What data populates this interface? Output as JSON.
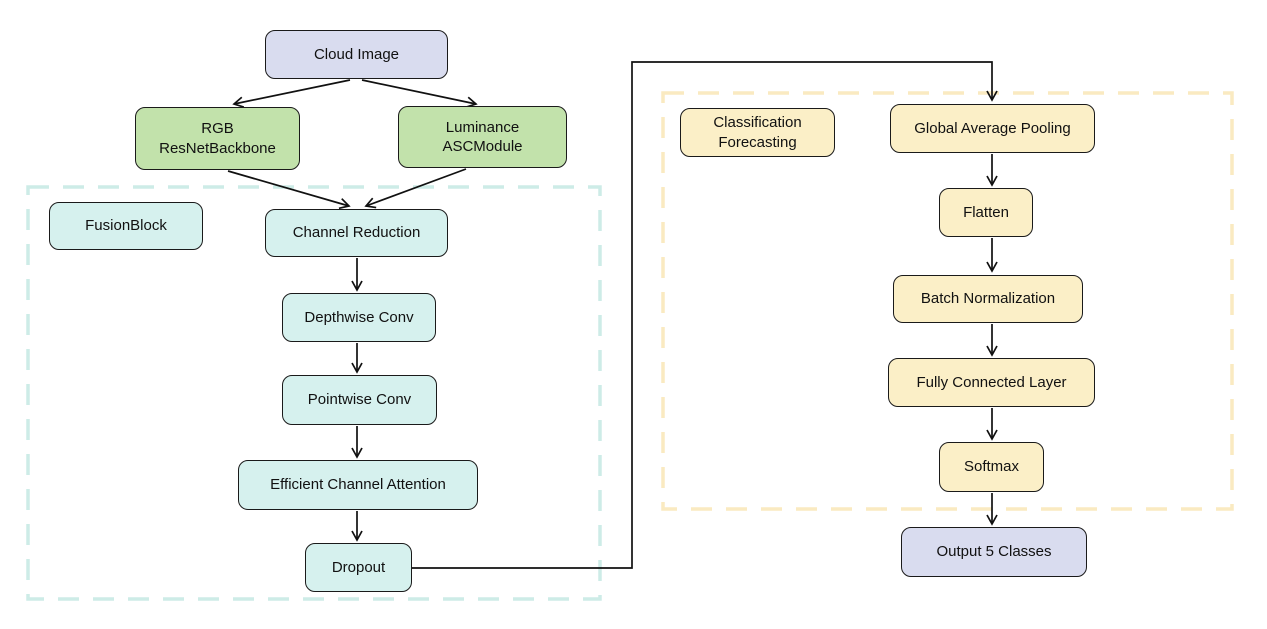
{
  "diagram": {
    "title": "Cloud image classification network architecture flowchart",
    "nodes": {
      "cloud_image": {
        "label": "Cloud Image"
      },
      "rgb_backbone": {
        "label": "RGB\nResNetBackbone"
      },
      "luminance_asc": {
        "label": "Luminance\nASCModule"
      },
      "fusion_block_label": {
        "label": "FusionBlock"
      },
      "channel_reduction": {
        "label": "Channel Reduction"
      },
      "depthwise_conv": {
        "label": "Depthwise Conv"
      },
      "pointwise_conv": {
        "label": "Pointwise Conv"
      },
      "efficient_channel_attention": {
        "label": "Efficient Channel Attention"
      },
      "dropout": {
        "label": "Dropout"
      },
      "classification_forecasting_label": {
        "label": "Classification\nForecasting"
      },
      "global_average_pooling": {
        "label": "Global Average Pooling"
      },
      "flatten": {
        "label": "Flatten"
      },
      "batch_normalization": {
        "label": "Batch Normalization"
      },
      "fully_connected_layer": {
        "label": "Fully Connected Layer"
      },
      "softmax": {
        "label": "Softmax"
      },
      "output_5_classes": {
        "label": "Output 5 Classes"
      }
    },
    "regions": {
      "fusion_block": {
        "label_node": "fusion_block_label"
      },
      "classification_forecasting": {
        "label_node": "classification_forecasting_label"
      }
    },
    "edges": [
      {
        "from": "cloud_image",
        "to": "rgb_backbone"
      },
      {
        "from": "cloud_image",
        "to": "luminance_asc"
      },
      {
        "from": "rgb_backbone",
        "to": "channel_reduction"
      },
      {
        "from": "luminance_asc",
        "to": "channel_reduction"
      },
      {
        "from": "channel_reduction",
        "to": "depthwise_conv"
      },
      {
        "from": "depthwise_conv",
        "to": "pointwise_conv"
      },
      {
        "from": "pointwise_conv",
        "to": "efficient_channel_attention"
      },
      {
        "from": "efficient_channel_attention",
        "to": "dropout"
      },
      {
        "from": "dropout",
        "to": "global_average_pooling"
      },
      {
        "from": "global_average_pooling",
        "to": "flatten"
      },
      {
        "from": "flatten",
        "to": "batch_normalization"
      },
      {
        "from": "batch_normalization",
        "to": "fully_connected_layer"
      },
      {
        "from": "fully_connected_layer",
        "to": "softmax"
      },
      {
        "from": "softmax",
        "to": "output_5_classes"
      }
    ],
    "colors": {
      "lavender_fill": "#d9dcef",
      "green_fill": "#c2e2ab",
      "teal_fill": "#d6f1ee",
      "yellow_fill": "#fbefc7",
      "fusion_region_border": "#cdece7",
      "classification_region_border": "#faeac1",
      "node_border": "#1a1a1a",
      "arrow": "#111111"
    }
  }
}
